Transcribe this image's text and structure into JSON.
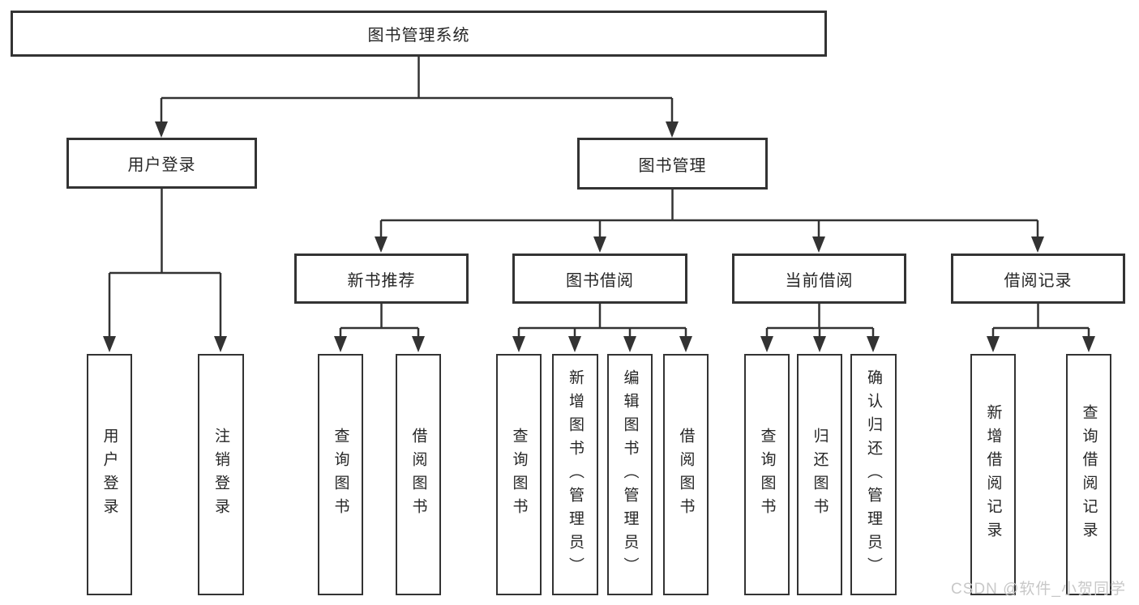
{
  "page": {
    "background": "#ffffff"
  },
  "colors": {
    "box_border": "#333333",
    "connector_line": "#333333",
    "text": "#262626",
    "watermark": "#c8c8c8"
  },
  "watermark": {
    "text": "CSDN @软件_小贺同学"
  },
  "tree": {
    "root": {
      "id": "library-management-system",
      "label": "图书管理系统"
    },
    "level2": [
      {
        "id": "user-login",
        "label": "用户登录",
        "parent": "图书管理系统"
      },
      {
        "id": "book-management",
        "label": "图书管理",
        "parent": "图书管理系统"
      }
    ],
    "level3": [
      {
        "id": "new-book-recommend",
        "label": "新书推荐",
        "parent": "图书管理"
      },
      {
        "id": "book-borrowing",
        "label": "图书借阅",
        "parent": "图书管理"
      },
      {
        "id": "current-borrowing",
        "label": "当前借阅",
        "parent": "图书管理"
      },
      {
        "id": "borrowing-records",
        "label": "借阅记录",
        "parent": "图书管理"
      }
    ],
    "leaves": [
      {
        "id": "leaf-user-login",
        "label": "用户登录",
        "parent": "用户登录"
      },
      {
        "id": "leaf-logout",
        "label": "注销登录",
        "parent": "用户登录"
      },
      {
        "id": "leaf-query-books-recommend",
        "label": "查询图书",
        "parent": "新书推荐"
      },
      {
        "id": "leaf-borrow-books-recommend",
        "label": "借阅图书",
        "parent": "新书推荐"
      },
      {
        "id": "leaf-query-books-borrowing",
        "label": "查询图书",
        "parent": "图书借阅"
      },
      {
        "id": "leaf-add-books-admin",
        "label": "新增图书（管理员）",
        "parent": "图书借阅"
      },
      {
        "id": "leaf-edit-books-admin",
        "label": "编辑图书（管理员）",
        "parent": "图书借阅"
      },
      {
        "id": "leaf-borrow-books-borrowing",
        "label": "借阅图书",
        "parent": "图书借阅"
      },
      {
        "id": "leaf-query-books-current",
        "label": "查询图书",
        "parent": "当前借阅"
      },
      {
        "id": "leaf-return-books",
        "label": "归还图书",
        "parent": "当前借阅"
      },
      {
        "id": "leaf-confirm-return-admin",
        "label": "确认归还（管理员）",
        "parent": "当前借阅"
      },
      {
        "id": "leaf-add-borrow-record",
        "label": "新增借阅记录",
        "parent": "借阅记录"
      },
      {
        "id": "leaf-query-borrow-record",
        "label": "查询借阅记录",
        "parent": "借阅记录"
      }
    ]
  }
}
